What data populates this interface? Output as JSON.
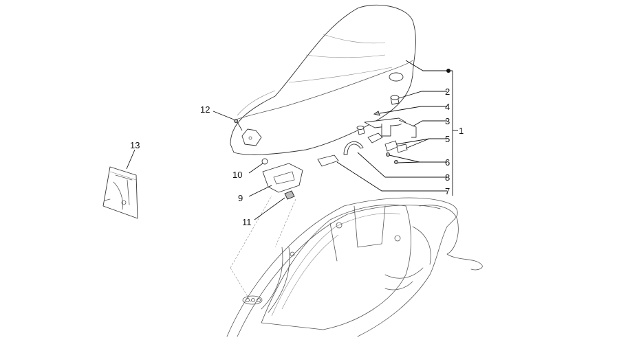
{
  "callouts": [
    {
      "id": "c1",
      "text": "1"
    },
    {
      "id": "c2",
      "text": "2"
    },
    {
      "id": "c3",
      "text": "3"
    },
    {
      "id": "c4",
      "text": "4"
    },
    {
      "id": "c5",
      "text": "5"
    },
    {
      "id": "c6",
      "text": "6"
    },
    {
      "id": "c7",
      "text": "7"
    },
    {
      "id": "c8",
      "text": "8"
    },
    {
      "id": "c9",
      "text": "9"
    },
    {
      "id": "c10",
      "text": "10"
    },
    {
      "id": "c11",
      "text": "11"
    },
    {
      "id": "c12",
      "text": "12"
    },
    {
      "id": "c13",
      "text": "13"
    }
  ]
}
